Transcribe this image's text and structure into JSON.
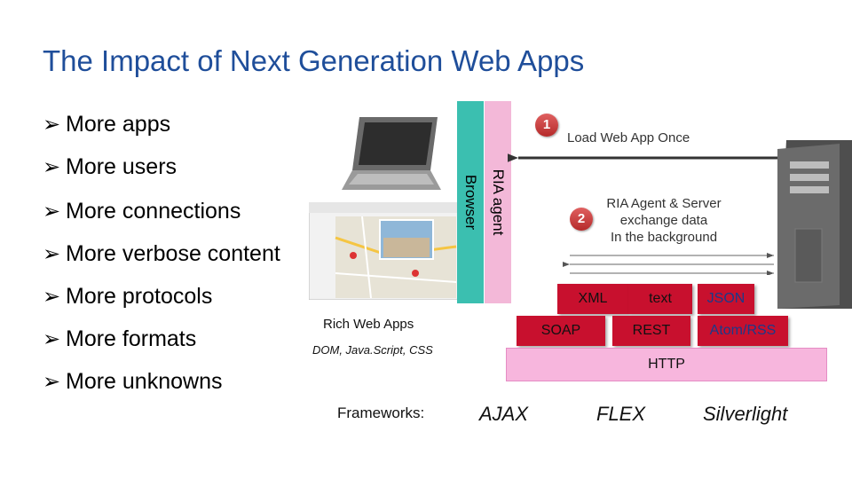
{
  "title": "The Impact of Next Generation Web Apps",
  "bullets": [
    "More apps",
    "More users",
    "More connections",
    "More verbose content",
    "More protocols",
    "More formats",
    "More unknowns"
  ],
  "bars": {
    "browser": "Browser",
    "ria_agent": "RIA agent"
  },
  "steps": {
    "step1_num": "1",
    "step1_text": "Load Web App Once",
    "step2_num": "2",
    "step2_text": [
      "RIA Agent & Server",
      "exchange data",
      "In the background"
    ]
  },
  "rich_web": {
    "title": "Rich Web Apps",
    "subtitle": "DOM, Java.Script, CSS"
  },
  "protocols": {
    "xml": "XML",
    "text": "text",
    "json": "JSON",
    "soap": "SOAP",
    "rest": "REST",
    "atom": "Atom/RSS",
    "http": "HTTP"
  },
  "frameworks": {
    "label": "Frameworks:",
    "items": [
      "AJAX",
      "FLEX",
      "Silverlight"
    ]
  },
  "colors": {
    "title": "#1f4e9a",
    "browser_bar": "#3bbfb0",
    "ria_bar": "#f3b8d8",
    "protocol_bg": "#c8102e",
    "http_bg": "#f7b6dd"
  },
  "icons": [
    "bullet-arrow-icon",
    "laptop-icon",
    "server-tower-icon",
    "map-screenshot-icon"
  ]
}
